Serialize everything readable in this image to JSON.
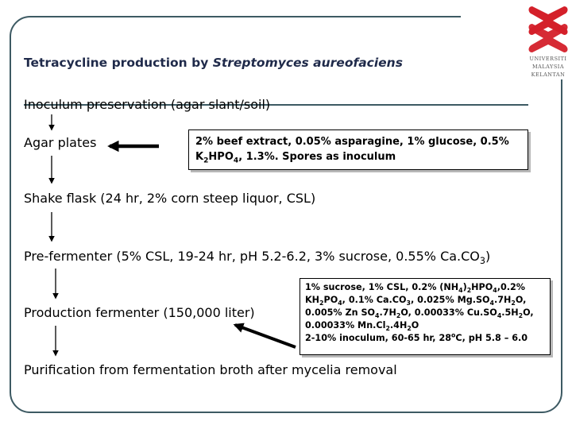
{
  "title_prefix": "Tetracycline production by ",
  "title_organism": "Streptomyces aureofaciens",
  "steps": {
    "s1": "Inoculum preservation (agar slant/soil)",
    "s2": "Agar plates",
    "s3": "Shake flask (24 hr, 2% corn steep liquor, CSL)",
    "s5": "Production fermenter  (150,000 liter)",
    "s6": "Purification from fermentation broth after mycelia removal"
  },
  "s4": {
    "a": "Pre-fermenter (5% CSL, 19-24 hr, pH 5.2-6.2, 3% sucrose, 0.55% Ca.CO",
    "b": "3",
    "c": ")"
  },
  "box1": {
    "line1": "2% beef extract, 0.05% asparagine, 1% glucose, 0.5%",
    "l2a": "K",
    "l2b": "2",
    "l2c": "HPO",
    "l2d": "4",
    "l2e": ", 1.3%. Spores as inoculum"
  },
  "box2": {
    "r1": [
      "1% sucrose, 1% CSL, 0.2% (NH",
      "4",
      ")",
      "2",
      "HPO",
      "4",
      ",0.2%"
    ],
    "r2": [
      "KH",
      "2",
      "PO",
      "4",
      ", 0.1% Ca.CO",
      "3",
      ", 0.025% Mg.SO",
      "4",
      ".7H",
      "2",
      "O,"
    ],
    "r3": [
      "0.005% Zn SO",
      "4",
      ".7H",
      "2",
      "O, 0.00033% Cu.SO",
      "4",
      ".5H",
      "2",
      "O,"
    ],
    "r4": [
      "0.00033% Mn.Cl",
      "2",
      ".4H",
      "2",
      "O"
    ],
    "r5": [
      "2-10% inoculum, 60-65 hr, 28",
      "o",
      "C, pH 5.8 – 6.0"
    ]
  },
  "logo": {
    "line1": "UNIVERSITI",
    "line2": "MALAYSIA",
    "line3": "KELANTAN"
  },
  "colors": {
    "title": "#1f2a4a",
    "frame": "#3d5a63",
    "logo": "#d4202a"
  }
}
